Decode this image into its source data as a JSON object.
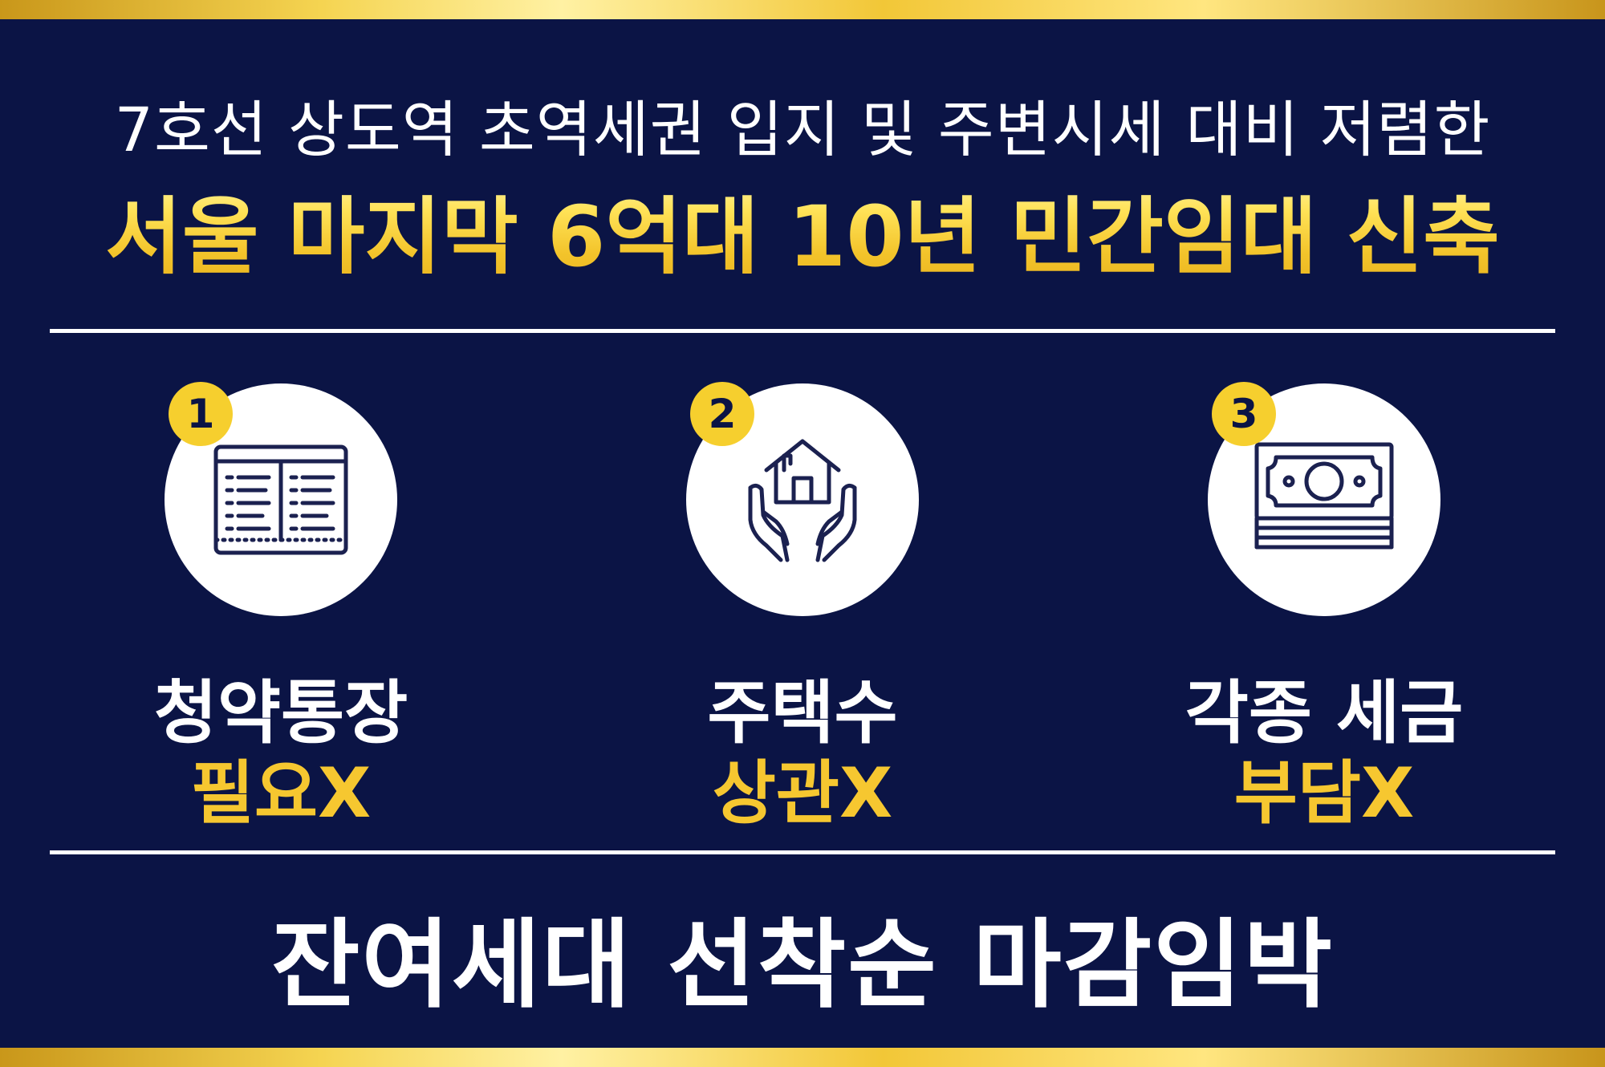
{
  "colors": {
    "background": "#0b1445",
    "gold": "#f6cf2e",
    "white": "#ffffff"
  },
  "header": {
    "subtitle": "7호선 상도역 초역세권 입지 및 주변시세 대비 저렴한",
    "headline": "서울 마지막 6억대 10년 민간임대 신축"
  },
  "features": [
    {
      "number": "1",
      "icon": "bankbook-icon",
      "line1": "청약통장",
      "line2": "필요X"
    },
    {
      "number": "2",
      "icon": "house-in-hands-icon",
      "line1": "주택수",
      "line2": "상관X"
    },
    {
      "number": "3",
      "icon": "money-stack-icon",
      "line1": "각종 세금",
      "line2": "부담X"
    }
  ],
  "footer": {
    "text": "잔여세대 선착순 마감임박"
  }
}
